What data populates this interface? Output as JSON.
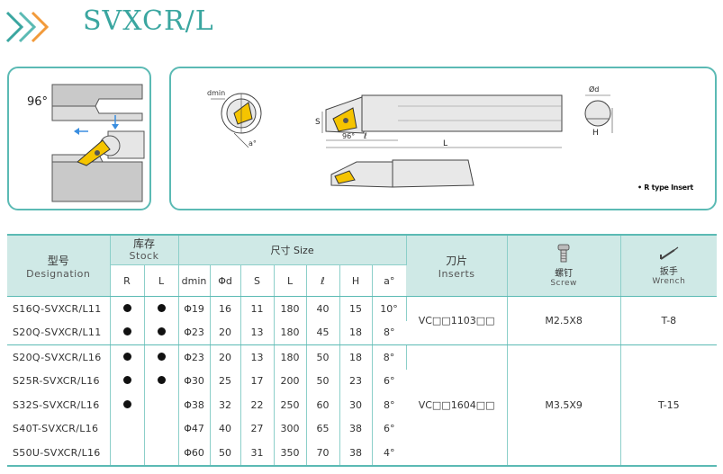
{
  "title": "SVXCR/L",
  "left_diagram": {
    "angle": "96°"
  },
  "right_diagram": {
    "dmin": "dmin",
    "phid": "Ød",
    "S": "S",
    "H": "H",
    "L": "L",
    "l": "ℓ",
    "a": "a°",
    "angle": "96°",
    "note": "• R type Insert"
  },
  "table": {
    "headers": {
      "designation_zh": "型号",
      "designation_en": "Designation",
      "stock_zh": "库存",
      "stock_en": "Stock",
      "size_label": "尺寸 Size",
      "inserts_zh": "刀片",
      "inserts_en": "Inserts",
      "screw_zh": "螺钉",
      "screw_en": "Screw",
      "wrench_zh": "扳手",
      "wrench_en": "Wrench",
      "R": "R",
      "Lstock": "L",
      "dmin": "dmin",
      "phid": "Φd",
      "S": "S",
      "L": "L",
      "l": "ℓ",
      "H": "H",
      "a": "a°"
    },
    "rows": [
      {
        "designation": "S16Q-SVXCR/L11",
        "R": true,
        "L": true,
        "dmin": "Φ19",
        "d": "16",
        "S": "11",
        "Lval": "180",
        "l": "40",
        "H": "15",
        "a": "10°"
      },
      {
        "designation": "S20Q-SVXCR/L11",
        "R": true,
        "L": true,
        "dmin": "Φ23",
        "d": "20",
        "S": "13",
        "Lval": "180",
        "l": "45",
        "H": "18",
        "a": "8°"
      },
      {
        "designation": "S20Q-SVXCR/L16",
        "R": true,
        "L": true,
        "dmin": "Φ23",
        "d": "20",
        "S": "13",
        "Lval": "180",
        "l": "50",
        "H": "18",
        "a": "8°"
      },
      {
        "designation": "S25R-SVXCR/L16",
        "R": true,
        "L": true,
        "dmin": "Φ30",
        "d": "25",
        "S": "17",
        "Lval": "200",
        "l": "50",
        "H": "23",
        "a": "6°"
      },
      {
        "designation": "S32S-SVXCR/L16",
        "R": true,
        "L": false,
        "dmin": "Φ38",
        "d": "32",
        "S": "22",
        "Lval": "250",
        "l": "60",
        "H": "30",
        "a": "8°"
      },
      {
        "designation": "S40T-SVXCR/L16",
        "R": false,
        "L": false,
        "dmin": "Φ47",
        "d": "40",
        "S": "27",
        "Lval": "300",
        "l": "65",
        "H": "38",
        "a": "6°"
      },
      {
        "designation": "S50U-SVXCR/L16",
        "R": false,
        "L": false,
        "dmin": "Φ60",
        "d": "50",
        "S": "31",
        "Lval": "350",
        "l": "70",
        "H": "38",
        "a": "4°"
      }
    ],
    "groups": [
      {
        "inserts": "VC□□1103□□",
        "screw": "M2.5X8",
        "wrench": "T-8"
      },
      {
        "inserts": "VC□□1604□□",
        "screw": "M3.5X9",
        "wrench": "T-15"
      }
    ]
  },
  "colors": {
    "accent": "#5bbab4",
    "header_bg": "#cfe9e6",
    "title": "#3aa6a0",
    "insert": "#f5c400"
  }
}
